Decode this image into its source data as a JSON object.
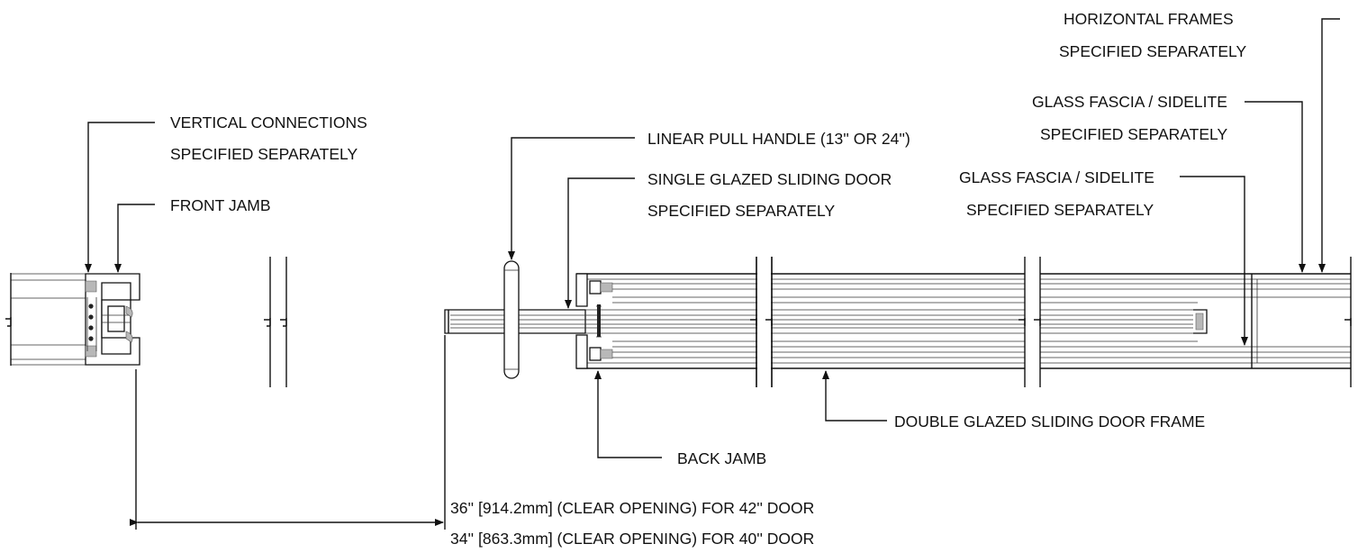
{
  "labels": {
    "horizontal_frames": [
      "HORIZONTAL FRAMES",
      "SPECIFIED SEPARATELY"
    ],
    "vertical_connections": [
      "VERTICAL CONNECTIONS",
      "SPECIFIED SEPARATELY"
    ],
    "front_jamb": "FRONT JAMB",
    "linear_pull_handle": "LINEAR PULL HANDLE (13'' OR 24'')",
    "single_glazed_door": [
      "SINGLE GLAZED SLIDING DOOR",
      "SPECIFIED SEPARATELY"
    ],
    "glass_fascia_upper": [
      "GLASS FASCIA / SIDELITE",
      "SPECIFIED SEPARATELY"
    ],
    "glass_fascia_lower": [
      "GLASS FASCIA / SIDELITE",
      "SPECIFIED SEPARATELY"
    ],
    "double_glazed_frame": "DOUBLE GLAZED SLIDING DOOR FRAME",
    "back_jamb": "BACK JAMB",
    "clear_opening": [
      "36'' [914.2mm] (CLEAR OPENING) FOR 42'' DOOR",
      "34'' [863.3mm] (CLEAR OPENING) FOR 40'' DOOR"
    ]
  }
}
